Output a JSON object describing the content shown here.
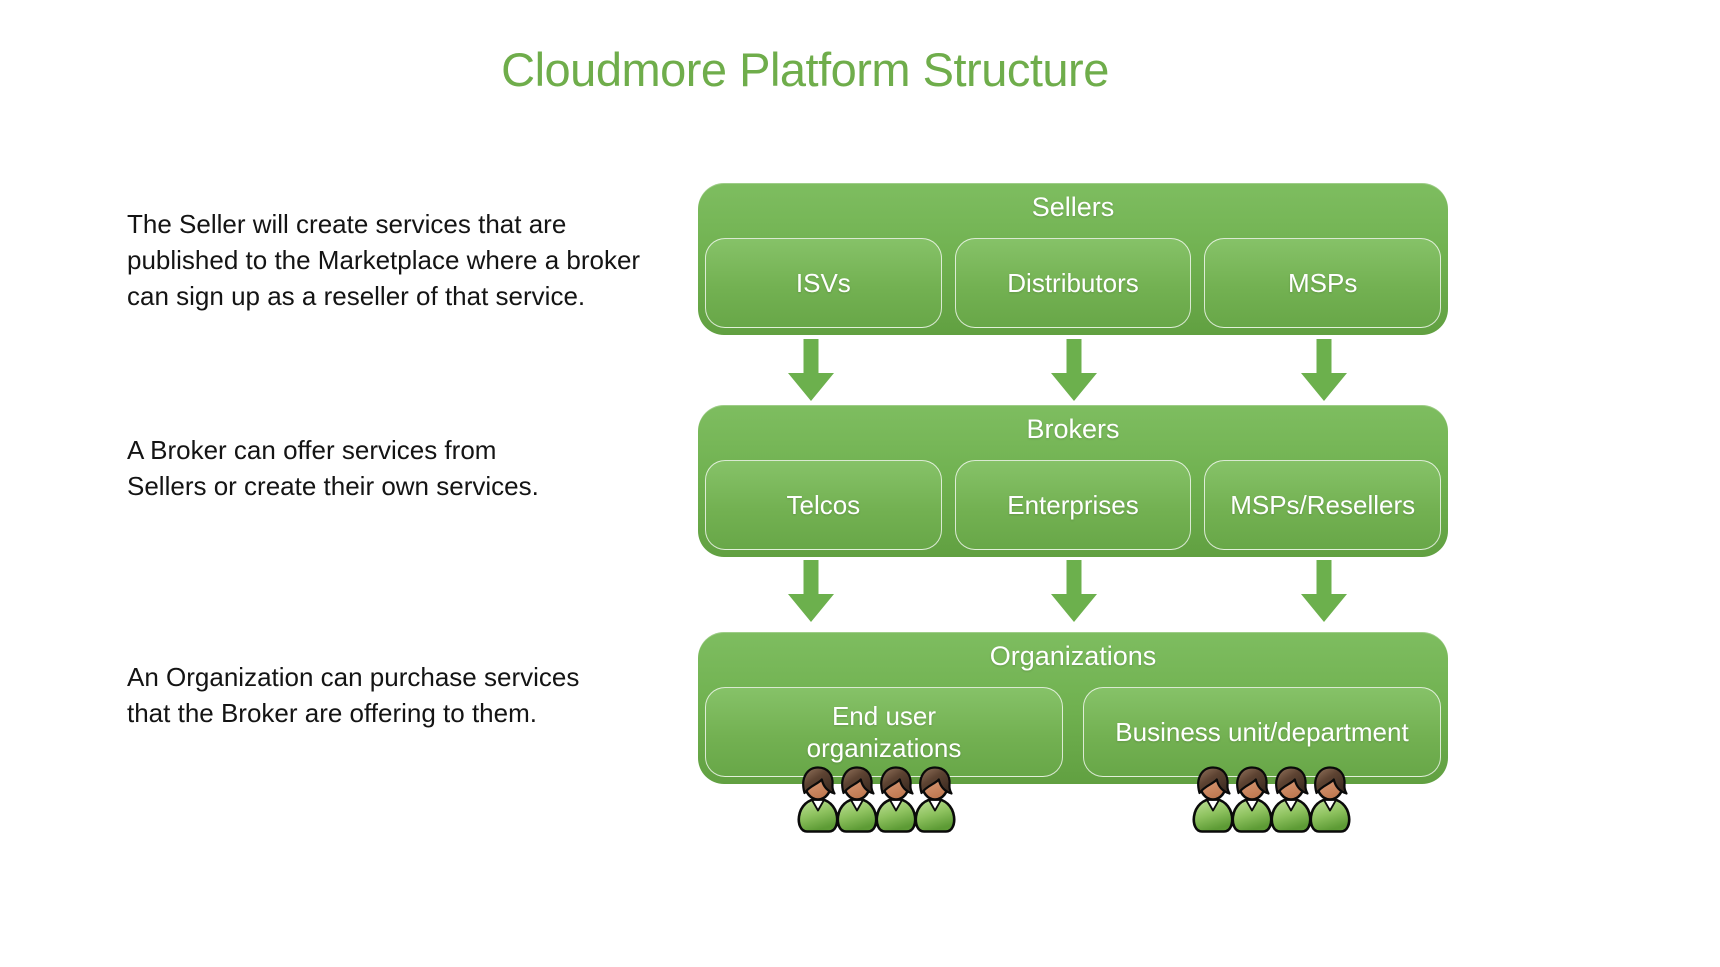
{
  "title": {
    "text": "Cloudmore Platform Structure"
  },
  "annotations": [
    {
      "lines": [
        "The Seller will create services that are",
        "published to the Marketplace where a broker",
        "can sign up as a reseller of that service."
      ]
    },
    {
      "lines": [
        "A Broker can offer services from",
        "Sellers or create their own services."
      ]
    },
    {
      "lines": [
        "An Organization can purchase services",
        "that the Broker are offering to them."
      ]
    }
  ],
  "levels": [
    {
      "label": "Sellers",
      "children": [
        "ISVs",
        "Distributors",
        "MSPs"
      ]
    },
    {
      "label": "Brokers",
      "children": [
        "Telcos",
        "Enterprises",
        "MSPs/Resellers"
      ]
    },
    {
      "label": "Organizations",
      "children": [
        "End user organizations",
        "Business unit/department"
      ]
    }
  ],
  "connectors": {
    "rows": 2,
    "arrows_per_row": 3,
    "direction": "down"
  },
  "people_groups": [
    {
      "under": "End user organizations",
      "count": 4
    },
    {
      "under": "Business unit/department",
      "count": 4
    }
  ],
  "icons": {
    "down_arrow": "down-arrow-icon",
    "person": "person-icon"
  },
  "colors": {
    "title_green": "#6fad4b",
    "outer_box_top": "#7ebd60",
    "outer_box_bottom": "#61a041",
    "inner_box_top": "#86c268",
    "inner_box_bottom": "#68a748",
    "inner_box_border": "rgba(255,255,255,0.75)",
    "arrow_green": "#6cb04d",
    "annotation_text": "#141414",
    "background": "#ffffff"
  }
}
